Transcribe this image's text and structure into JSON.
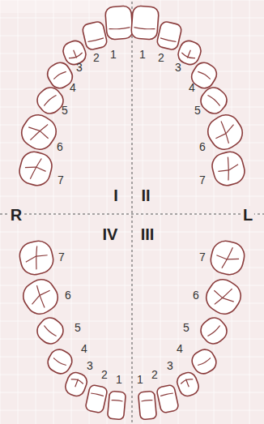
{
  "diagram": {
    "labels": [
      "1",
      "2",
      "3",
      "4",
      "5",
      "6",
      "7",
      "1",
      "2",
      "3",
      "4",
      "5",
      "6",
      "7",
      "I",
      "II",
      "R",
      "L",
      "IV",
      "III",
      "1",
      "2",
      "3",
      "4",
      "5",
      "6",
      "7",
      "1",
      "2",
      "3",
      "4",
      "5",
      "6",
      "7"
    ]
  }
}
